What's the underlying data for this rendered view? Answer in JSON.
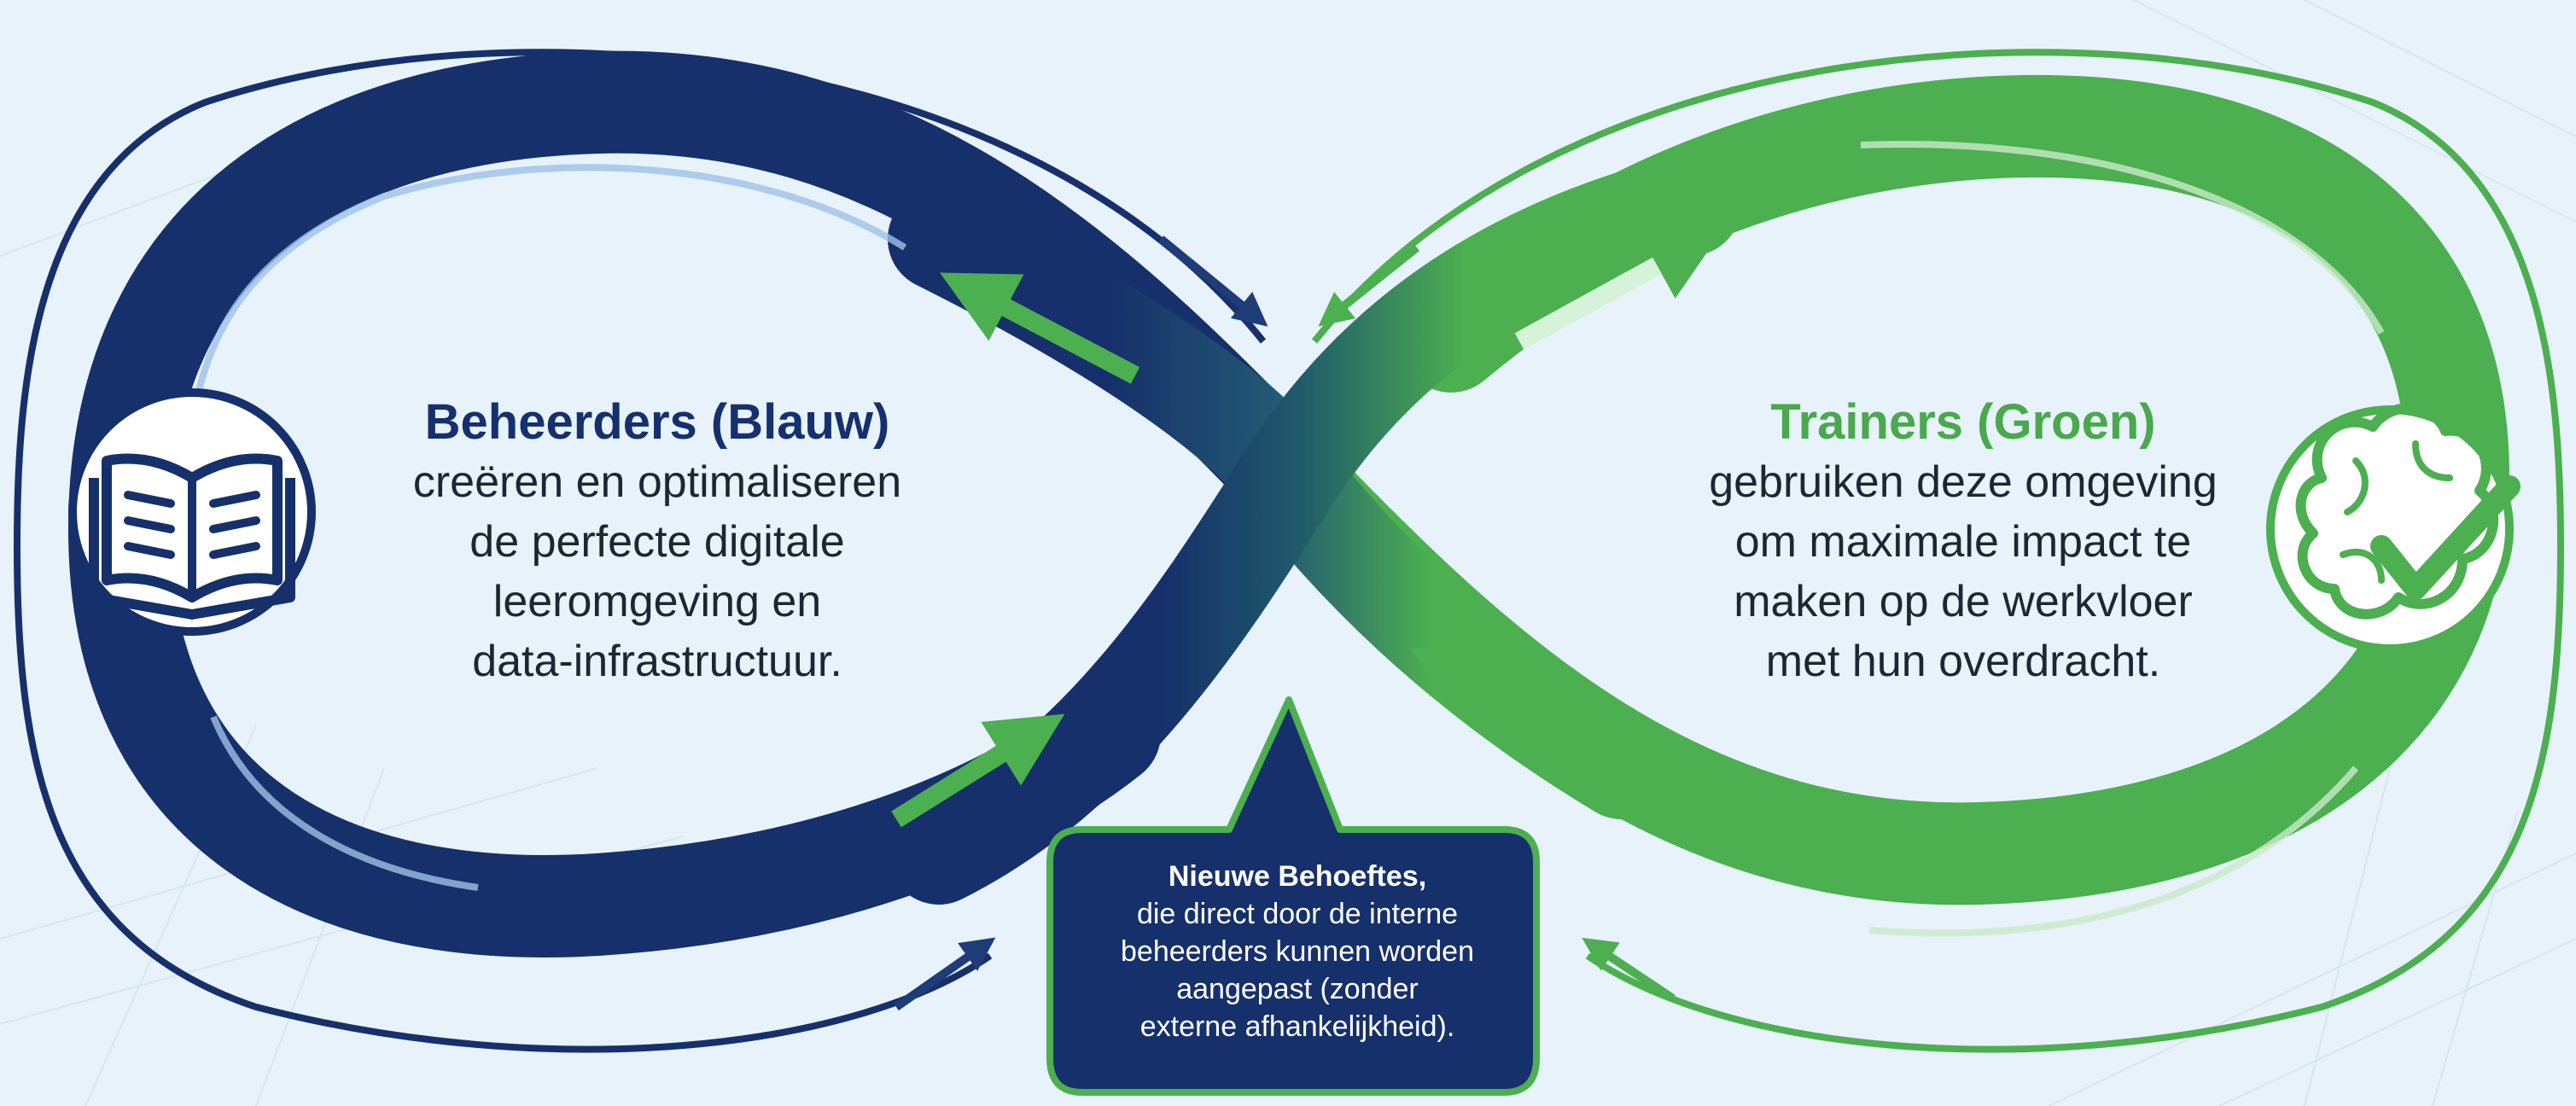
{
  "left": {
    "heading": "Beheerders (Blauw)",
    "lines": [
      "creëren en optimaliseren",
      "de perfecte digitale",
      "leeromgeving en",
      "data-infrastructuur."
    ],
    "icon": "book-icon",
    "color": "#15306e"
  },
  "right": {
    "heading": "Trainers (Groen)",
    "lines": [
      "gebruiken deze omgeving",
      "om maximale impact te",
      "maken op de werkvloer",
      "met hun overdracht."
    ],
    "icon": "brain-check-icon",
    "color": "#4caf50"
  },
  "callout": {
    "heading": "Nieuwe Behoeftes,",
    "lines": [
      "die direct door de interne",
      "beheerders kunnen worden",
      "aangepast (zonder",
      "externe afhankelijkheid)."
    ],
    "background": "#16306b",
    "border": "#4caf50"
  }
}
